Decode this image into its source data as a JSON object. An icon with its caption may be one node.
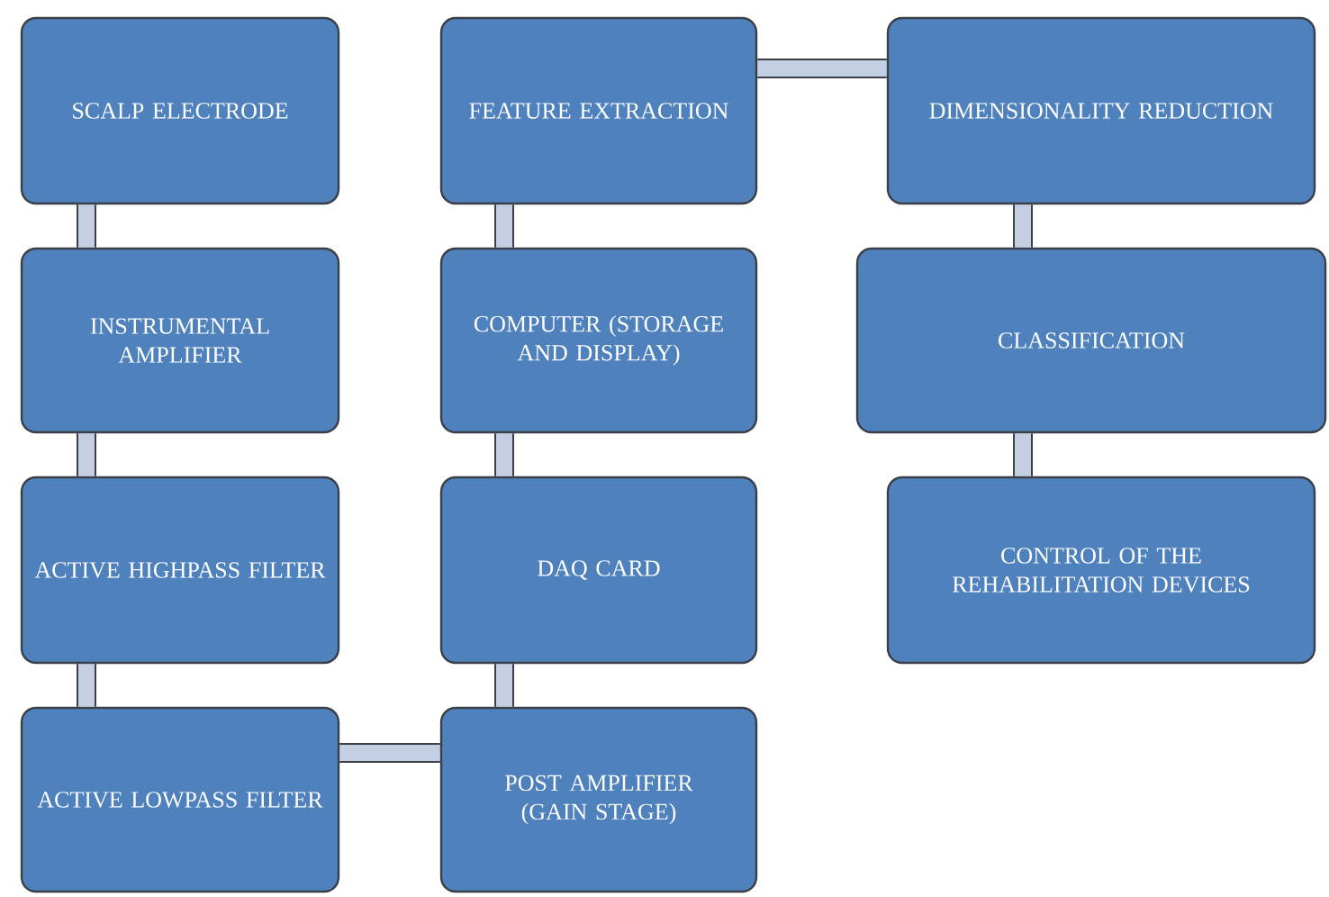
{
  "diagram": {
    "nodes": [
      {
        "text": [
          "SCALP ELECTRODE"
        ]
      },
      {
        "text": [
          "INSTRUMENTAL AMPLIFIER"
        ]
      },
      {
        "text": [
          "ACTIVE HIGHPASS FILTER"
        ]
      },
      {
        "text": [
          "ACTIVE LOWPASS FILTER"
        ]
      },
      {
        "text": [
          "POST AMPLIFIER (GAIN STAGE)"
        ]
      },
      {
        "text": [
          "DAQ CARD"
        ]
      },
      {
        "text": [
          "COMPUTER (STORAGE AND DISPLAY)"
        ]
      },
      {
        "text": [
          "FEATURE EXTRACTION"
        ]
      },
      {
        "text": [
          "DIMENSIONALITY REDUCTION"
        ]
      },
      {
        "text": [
          "CLASSIFICATION"
        ]
      },
      {
        "text": [
          "CONTROL OF THE REHABILITATION DEVICES"
        ]
      }
    ],
    "edges": [
      {
        "from": 0,
        "to": 1,
        "arrow": "none"
      },
      {
        "from": 1,
        "to": 2,
        "arrow": "none"
      },
      {
        "from": 2,
        "to": 3,
        "arrow": "none"
      },
      {
        "from": 3,
        "to": 4,
        "arrow": "none"
      },
      {
        "from": 4,
        "to": 5,
        "arrow": "none"
      },
      {
        "from": 5,
        "to": 6,
        "arrow": "none"
      },
      {
        "from": 6,
        "to": 7,
        "arrow": "none"
      },
      {
        "from": 7,
        "to": 8,
        "arrow": "none"
      },
      {
        "from": 8,
        "to": 9,
        "arrow": "none"
      },
      {
        "from": 9,
        "to": 10,
        "arrow": "none"
      }
    ]
  }
}
